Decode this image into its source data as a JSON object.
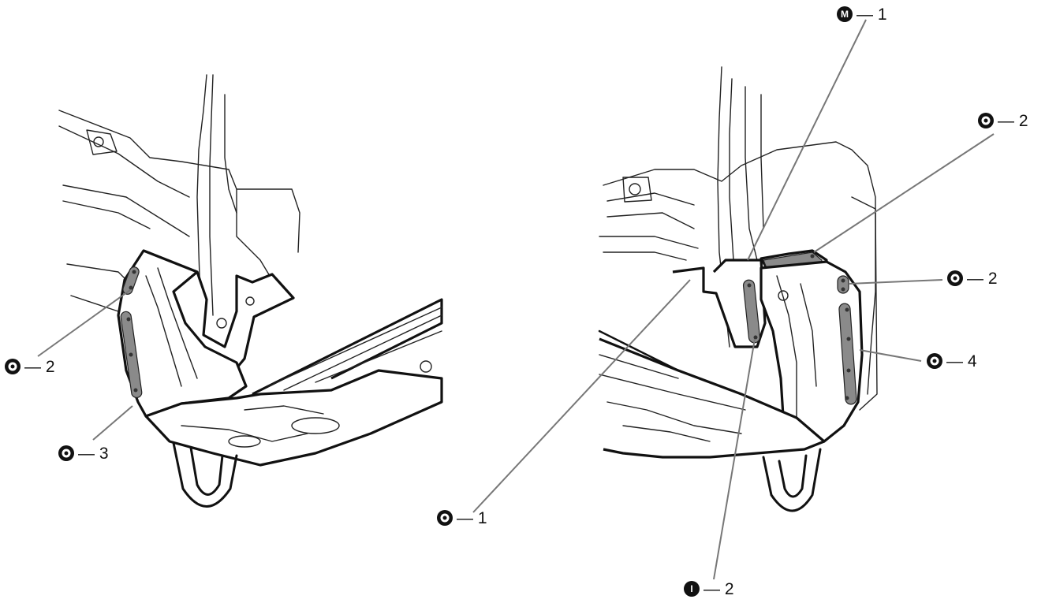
{
  "callouts": [
    {
      "id": "left-upper",
      "symbol": "spot-weld",
      "letter": "",
      "text": "— 2"
    },
    {
      "id": "left-lower",
      "symbol": "spot-weld",
      "letter": "",
      "text": "— 3"
    },
    {
      "id": "center",
      "symbol": "spot-weld",
      "letter": "",
      "text": "— 1"
    },
    {
      "id": "top",
      "symbol": "mig-weld",
      "letter": "M",
      "text": "— 1"
    },
    {
      "id": "right-top",
      "symbol": "spot-weld",
      "letter": "",
      "text": "— 2"
    },
    {
      "id": "right-mid",
      "symbol": "spot-weld",
      "letter": "",
      "text": "— 2"
    },
    {
      "id": "right-low",
      "symbol": "spot-weld",
      "letter": "",
      "text": "— 4"
    },
    {
      "id": "bottom",
      "symbol": "plug-weld",
      "letter": "I",
      "text": "— 2"
    }
  ],
  "colors": {
    "ink": "#111111",
    "leader": "#777777",
    "weld": "#8a8a8a"
  }
}
